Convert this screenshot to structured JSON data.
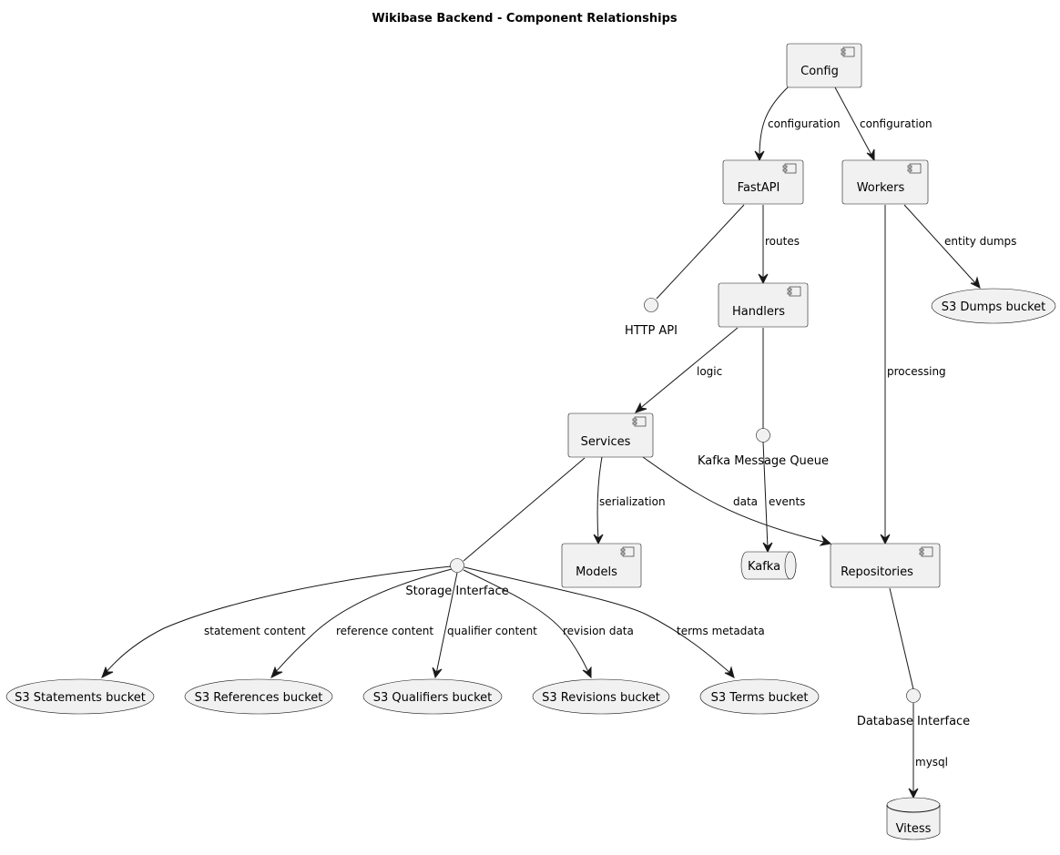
{
  "title": "Wikibase Backend - Component Relationships",
  "components": {
    "config": "Config",
    "fastapi": "FastAPI",
    "workers": "Workers",
    "handlers": "Handlers",
    "services": "Services",
    "models": "Models",
    "repositories": "Repositories"
  },
  "interfaces": {
    "http_api": "HTTP API",
    "kafka_mq": "Kafka Message Queue",
    "storage": "Storage Interface",
    "database": "Database Interface"
  },
  "queues": {
    "kafka": "Kafka"
  },
  "databases": {
    "vitess": "Vitess"
  },
  "storages": {
    "dumps": "S3 Dumps bucket",
    "statements": "S3 Statements bucket",
    "references": "S3 References bucket",
    "qualifiers": "S3 Qualifiers bucket",
    "revisions": "S3 Revisions bucket",
    "terms": "S3 Terms bucket"
  },
  "edges": {
    "config_fastapi": "configuration",
    "config_workers": "configuration",
    "fastapi_handlers": "routes",
    "workers_dumps": "entity dumps",
    "workers_repositories": "processing",
    "handlers_services": "logic",
    "services_models": "serialization",
    "services_repositories": "data",
    "kafka_mq_kafka": "events",
    "storage_statements": "statement content",
    "storage_references": "reference content",
    "storage_qualifiers": "qualifier content",
    "storage_revisions": "revision data",
    "storage_terms": "terms metadata",
    "database_vitess": "mysql"
  }
}
